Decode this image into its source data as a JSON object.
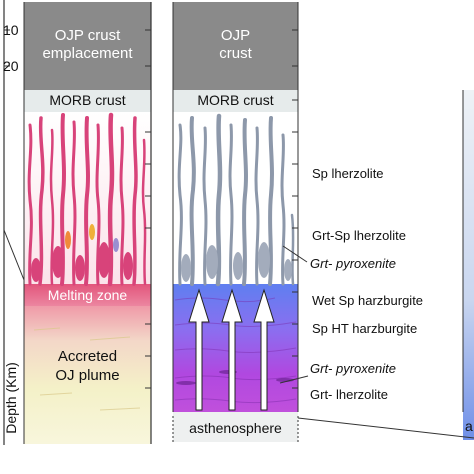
{
  "depth_axis": {
    "title": "Depth (Km)",
    "ticks": [
      "10",
      "20"
    ]
  },
  "left_column": {
    "crust_label_line1": "OJP crust",
    "crust_label_line2": "emplacement",
    "morb_label": "MORB crust",
    "melting_label": "Melting zone",
    "plume_label_line1": "Accreted",
    "plume_label_line2": "OJ plume"
  },
  "middle_column": {
    "crust_label_line1": "OJP",
    "crust_label_line2": "crust",
    "morb_label": "MORB crust",
    "base_label": "asthenosphere"
  },
  "lithology_labels": [
    {
      "text": "Sp lherzolite",
      "italic": false
    },
    {
      "text": "Grt-Sp lherzolite",
      "italic": false
    },
    {
      "text": "Grt- pyroxenite",
      "italic": true
    },
    {
      "text": "Wet Sp harzburgite",
      "italic": false
    },
    {
      "text": "Sp HT harzburgite",
      "italic": false
    },
    {
      "text": "Grt- pyroxenite",
      "italic": true
    },
    {
      "text": "Grt- lherzolite",
      "italic": false
    }
  ],
  "right_edge_label": "a",
  "colors": {
    "crust_gray": "#8a8a8a",
    "morb_band": "#e6ebeb",
    "melting_zone": "#e8607e",
    "plume_yellow": "#f3f0c8",
    "veins_pink": "#d8437a",
    "veins_gray": "#8d98aa",
    "mantle_blue": "#6f86ea",
    "mantle_purple": "#b040d8"
  }
}
